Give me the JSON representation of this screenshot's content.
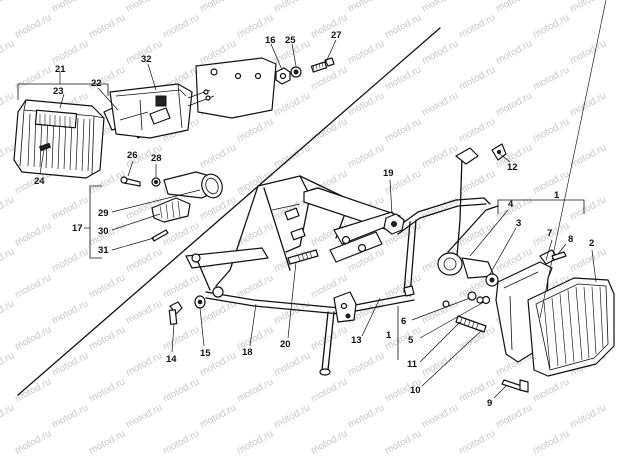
{
  "watermark": {
    "text": "motod.ru",
    "color": "#c9c9c9"
  },
  "callouts": {
    "n1a": "1",
    "n1b": "1",
    "n2": "2",
    "n3": "3",
    "n4": "4",
    "n5": "5",
    "n6": "6",
    "n7": "7",
    "n8": "8",
    "n9": "9",
    "n10": "10",
    "n11": "11",
    "n12": "12",
    "n13": "13",
    "n14": "14",
    "n15": "15",
    "n16": "16",
    "n17": "17",
    "n18": "18",
    "n19": "19",
    "n20": "20",
    "n21": "21",
    "n22": "22",
    "n23": "23",
    "n24": "24",
    "n25": "25",
    "n26": "26",
    "n27": "27",
    "n28": "28",
    "n29": "29",
    "n30": "30",
    "n31": "31",
    "n32": "32"
  }
}
